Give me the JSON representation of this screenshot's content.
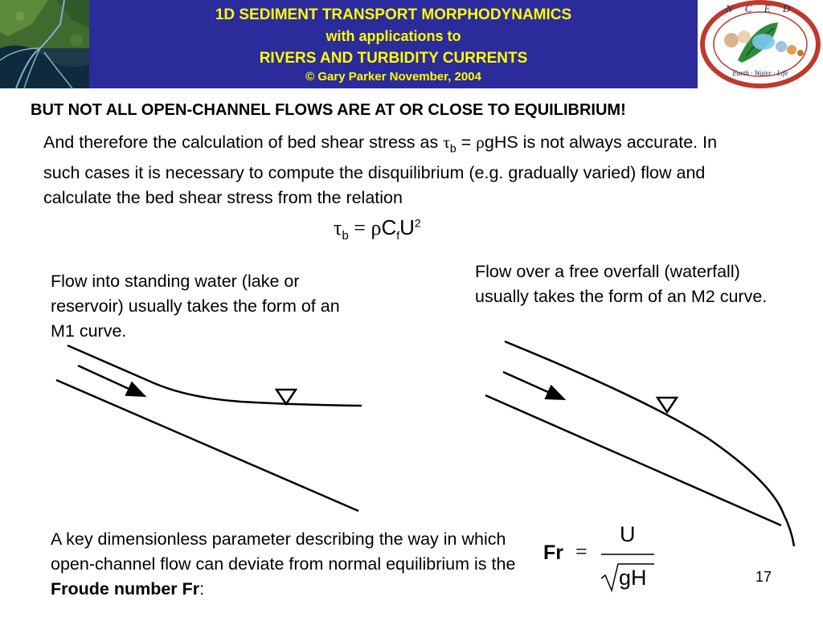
{
  "header": {
    "line1": "1D SEDIMENT TRANSPORT MORPHODYNAMICS",
    "line2": "with applications to",
    "line3": "RIVERS AND TURBIDITY CURRENTS",
    "line4": "© Gary Parker November, 2004"
  },
  "logo_right": {
    "top_letters": "N C E D",
    "bottom_text": "Earth · Water · Life"
  },
  "slide": {
    "heading": "BUT NOT ALL OPEN-CHANNEL FLOWS ARE AT OR CLOSE TO EQUILIBRIUM!",
    "intro": {
      "part1": "And therefore the calculation of bed shear stress as ",
      "tau": "τ",
      "sub_b": "b",
      "eq": " = ",
      "rho": "ρ",
      "part2": "gHS is not always accurate.  In such cases it is necessary to compute the disquilibrium (e.g. gradually varied) flow and calculate the bed shear stress from the relation"
    },
    "equation": {
      "tau": "τ",
      "sub_b": "b",
      "eq": " = ",
      "rho": "ρ",
      "C": "C",
      "sub_f": "f",
      "U": "U",
      "sup_2": "2"
    },
    "left_caption": "Flow into standing water (lake or reservoir) usually takes the form of an M1 curve.",
    "right_caption": "Flow over a free overfall (waterfall) usually takes the form of an M2 curve.",
    "bottom_text": {
      "part1": "A key dimensionless parameter describing the way in which open-channel flow can deviate from normal equilibrium is the ",
      "bold": "Froude number Fr",
      "part2": ":"
    },
    "froude": {
      "lhs": "Fr",
      "eq": "=",
      "numerator": "U",
      "denominator": "gH"
    },
    "page_number": "17"
  },
  "colors": {
    "header_bg": "#2b2b9b",
    "header_text": "#ffff00",
    "logo_ring": "#c0392b"
  }
}
